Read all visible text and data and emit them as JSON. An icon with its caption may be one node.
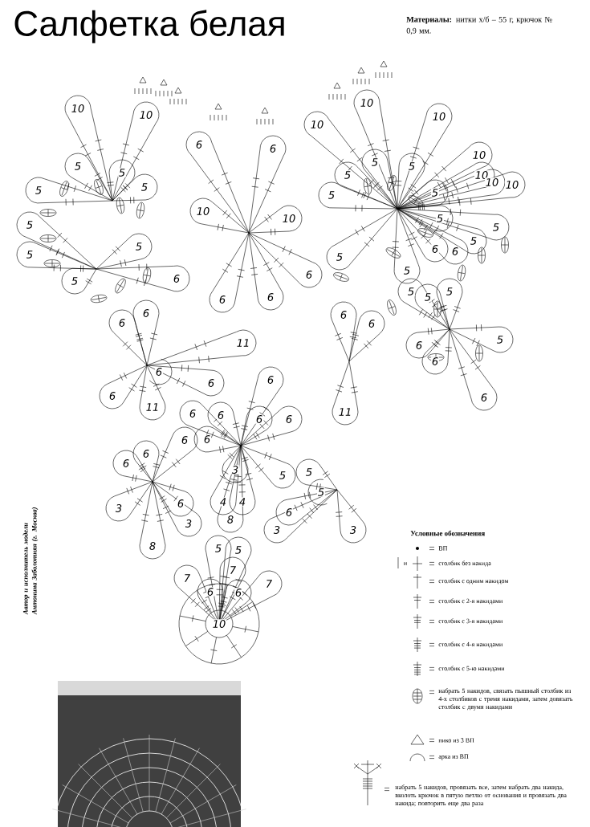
{
  "diagram": {
    "title": "Салфетка белая",
    "labels": [
      "**Материалы:** нитки х/б – 55 г, крючок № 0,9 мм.",
      "10",
      "10",
      "6",
      "6",
      "10",
      "10",
      "10",
      "5",
      "5",
      "5",
      "5",
      "10",
      "5",
      "10",
      "10",
      "10",
      "5",
      "5",
      "5",
      "5",
      "10",
      "10",
      "5",
      "5",
      "5",
      "5",
      "5",
      "6",
      "6",
      "5",
      "5",
      "5",
      "5",
      "6",
      "6",
      "5",
      "5",
      "5",
      "6",
      "6",
      "6",
      "6",
      "6",
      "6",
      "5",
      "11",
      "6",
      "6",
      "6",
      "6",
      "6",
      "6",
      "6",
      "11",
      "6",
      "6",
      "6",
      "6",
      "11",
      "6",
      "6",
      "6",
      "6",
      "3",
      "5",
      "5",
      "5",
      "3",
      "6",
      "4",
      "4",
      "6",
      "3",
      "8",
      "3",
      "3",
      "8",
      "5",
      "5",
      "7",
      "7",
      "7",
      "6",
      "6",
      "10",
      "Автор и исполнитель модели Антонина Заболотняя (г. Москва)",
      "Условные обозначения",
      "и"
    ],
    "legend": [
      {
        "text": "ВП"
      },
      {
        "text": "столбик без накида"
      },
      {
        "text": "столбик с одним накидом"
      },
      {
        "text": "столбик с 2-я накидами"
      },
      {
        "text": "столбик с 3-я накидами"
      },
      {
        "text": "столбик с 4-я накидами"
      },
      {
        "text": "столбик с 5-ю накидами"
      },
      {
        "text": "набрать 5 накидов, связать пышный столбик из 4-х столбиков с тремя накидами, затем довязать столбик с двумя накидами"
      },
      {
        "text": "пико из 3 ВП"
      },
      {
        "text": "арка из ВП"
      },
      {
        "text": "набрать 5 накидов, провязать все, затем набрать два накида, вколоть крючок в пятую петлю от основания и провязать два накида; повторить еще два раза"
      }
    ]
  }
}
